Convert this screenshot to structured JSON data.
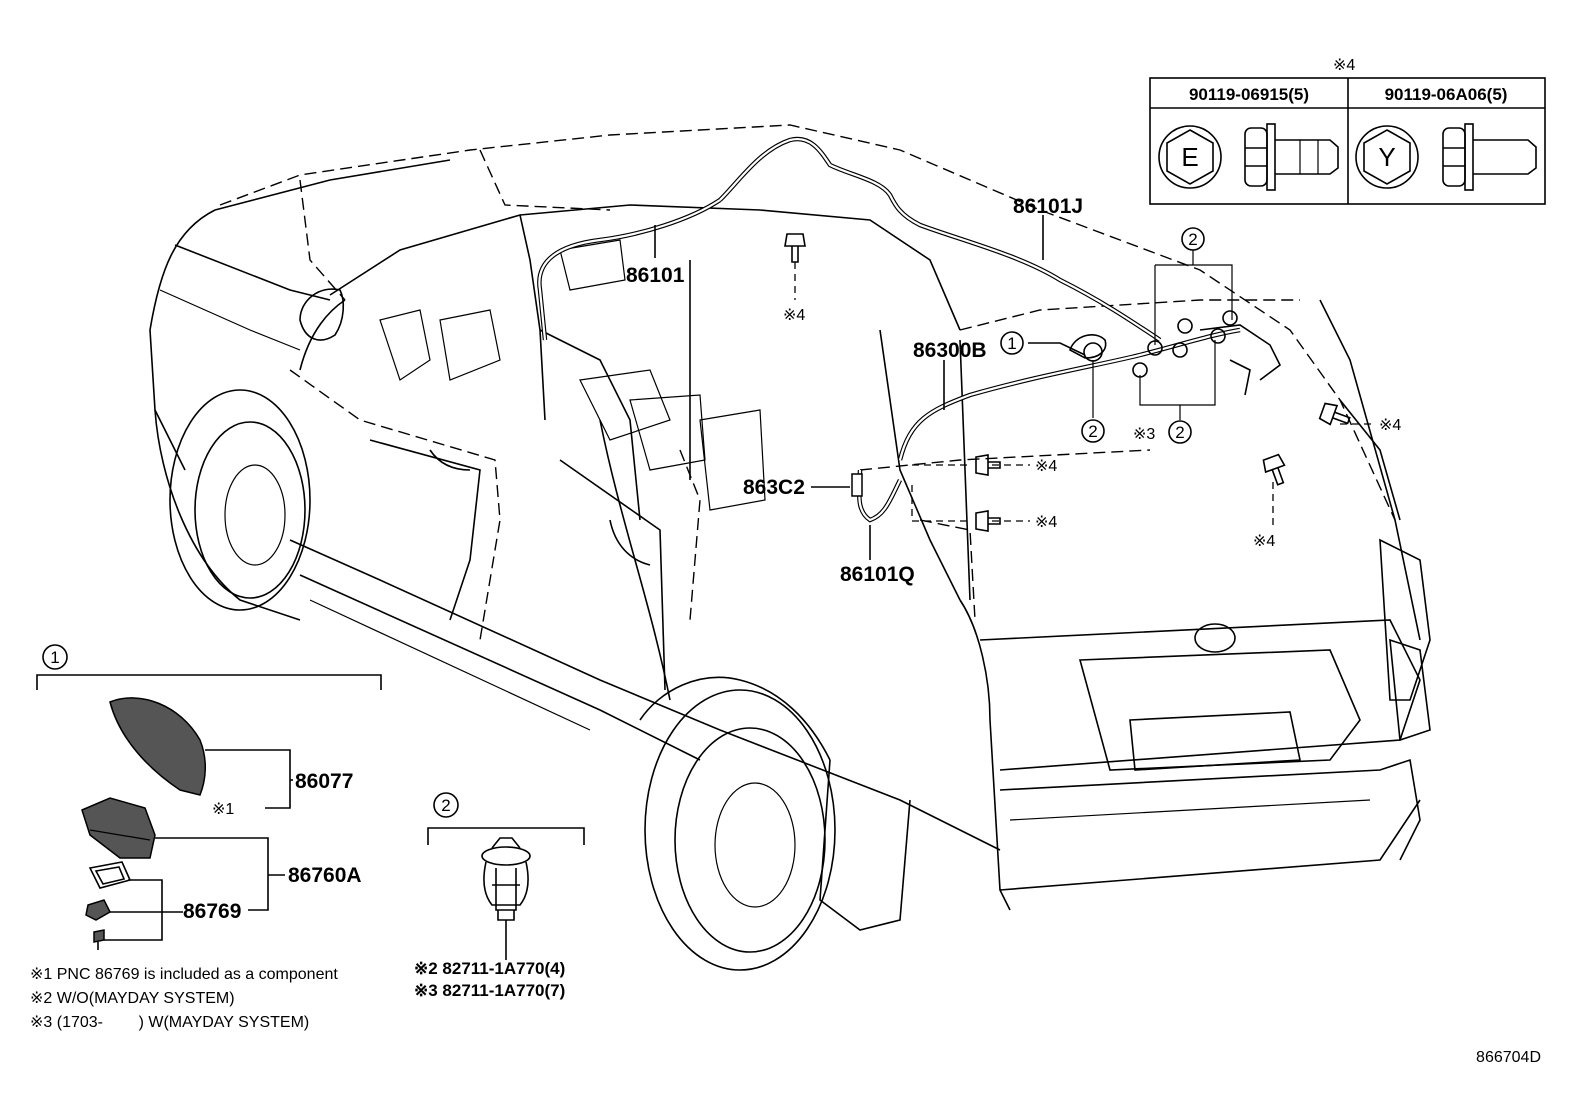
{
  "diagram_id": "866704D",
  "callouts": {
    "p86101J": "86101J",
    "p86101": "86101",
    "p86300B": "86300B",
    "p863C2": "863C2",
    "p86101Q": "86101Q",
    "p86077": "86077",
    "p86760A": "86760A",
    "p86769": "86769",
    "note1_mark": "※1"
  },
  "fastener_marks": [
    "※4",
    "※4",
    "※4",
    "※4",
    "※4",
    "※3"
  ],
  "circle_refs": {
    "one": "1",
    "two": "2"
  },
  "fastener_table": {
    "header_mark": "※4",
    "col1_part": "90119-06915(5)",
    "col2_part": "90119-06A06(5)",
    "col1_symbol": "E",
    "col2_symbol": "Y"
  },
  "clip_legend": {
    "line1": "※2 82711-1A770(4)",
    "line2": "※3 82711-1A770(7)"
  },
  "footnotes": {
    "n1": "※1 PNC 86769 is included as a component",
    "n2": "※2 W/O(MAYDAY SYSTEM)",
    "n3": "※3 (1703-        ) W(MAYDAY SYSTEM)"
  }
}
